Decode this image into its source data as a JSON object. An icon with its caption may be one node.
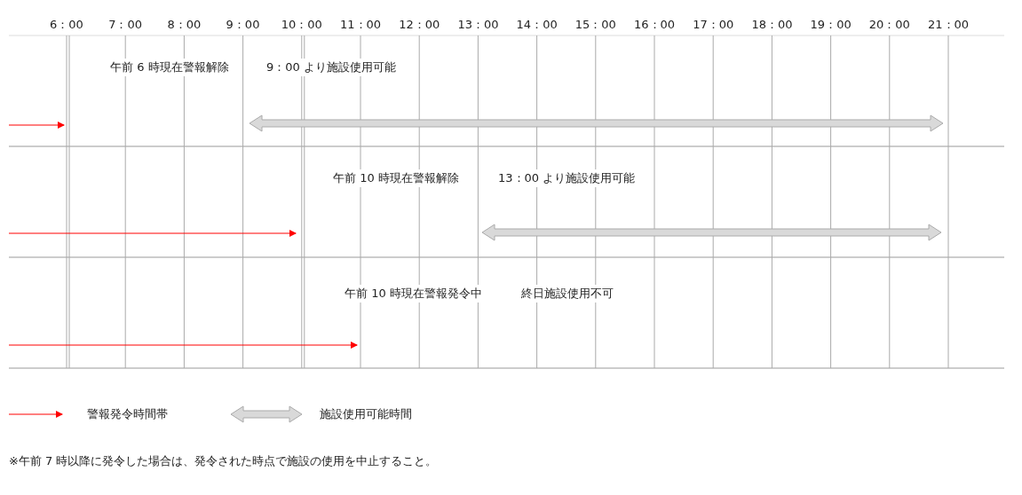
{
  "diagram": {
    "labels": [
      "6：00",
      "7：00",
      "8：00",
      "9：00",
      "10：00",
      "11：00",
      "12：00",
      "13：00",
      "14：00",
      "15：00",
      "16：00",
      "17：00",
      "18：00",
      "19：00",
      "20：00",
      "21：00",
      "午前 6 時現在警報解除",
      "9：00 より施設使用可能",
      "午前 10 時現在警報解除",
      "13：00 より施設使用可能",
      "午前 10 時現在警報発令中",
      "終日施設使用不可",
      "※午前 7 時以降に発令した場合は、発令された時点で施設の使用を中止すること。"
    ],
    "legend": [
      {
        "text": "警報発令時間帯"
      },
      {
        "text": "施設使用可能時間"
      }
    ]
  }
}
